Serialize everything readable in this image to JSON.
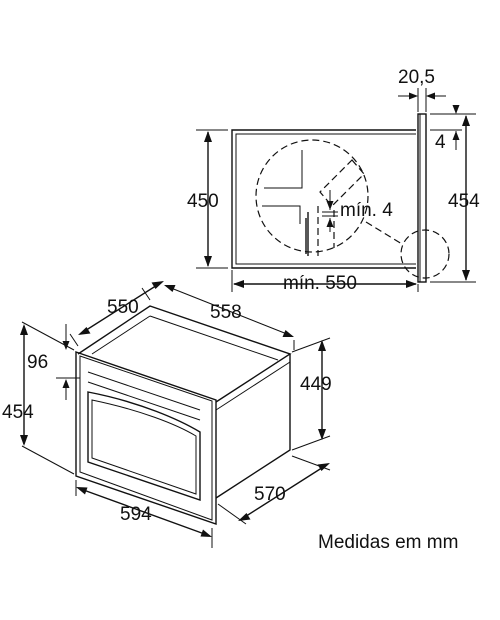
{
  "diagram": {
    "labels": {
      "d_20_5": "20,5",
      "d_4": "4",
      "d_450": "450",
      "d_454_right": "454",
      "d_min4": "mín. 4",
      "d_min550": "mín. 550",
      "d_550": "550",
      "d_558": "558",
      "d_96": "96",
      "d_454_left": "454",
      "d_449": "449",
      "d_594": "594",
      "d_570": "570"
    },
    "caption": "Medidas em mm"
  }
}
